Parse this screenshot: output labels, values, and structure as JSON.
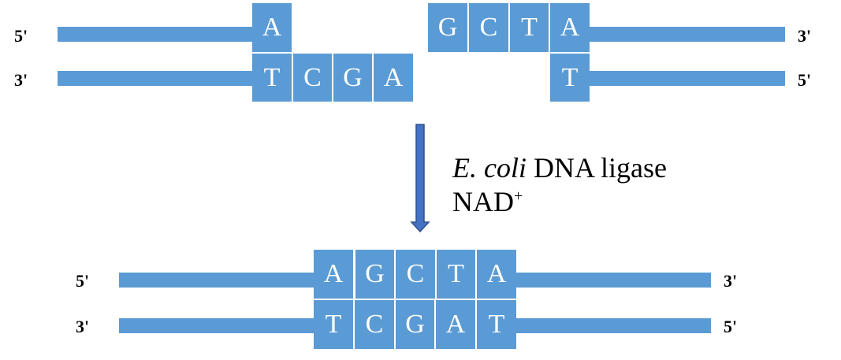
{
  "top_diagram": {
    "left_fragment": {
      "upper_label": "5'",
      "lower_label": "3'",
      "upper_overhang": [
        "A"
      ],
      "lower_overhang": [
        "T",
        "C",
        "G",
        "A"
      ]
    },
    "right_fragment": {
      "upper_label": "3'",
      "lower_label": "5'",
      "upper_overhang": [
        "G",
        "C",
        "T",
        "A"
      ],
      "lower_overhang": [
        "T"
      ]
    }
  },
  "reaction": {
    "enzyme_italic": "E. coli",
    "enzyme_rest": "DNA ligase",
    "cofactor": "NAD",
    "cofactor_superscript": "+"
  },
  "bottom_diagram": {
    "upper_left_label": "5'",
    "upper_right_label": "3'",
    "lower_left_label": "3'",
    "lower_right_label": "5'",
    "upper_sequence": [
      "A",
      "G",
      "C",
      "T",
      "A"
    ],
    "lower_sequence": [
      "T",
      "C",
      "G",
      "A",
      "T"
    ]
  },
  "colors": {
    "strand": "#5b9bd5",
    "base_text": "#ffffff",
    "arrow_fill": "#4472c4",
    "arrow_stroke": "#2f528f"
  }
}
